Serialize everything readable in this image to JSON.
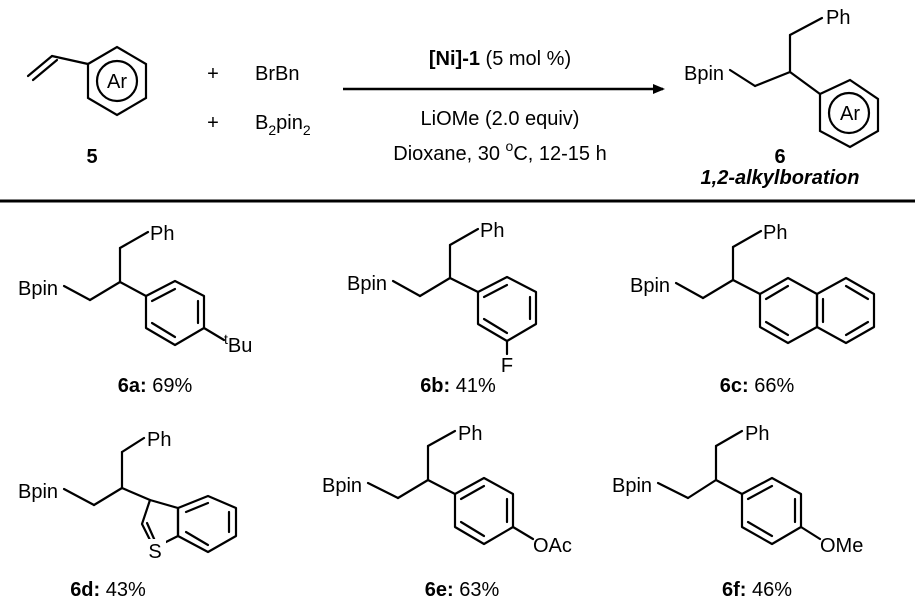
{
  "reaction": {
    "reactant_number": "5",
    "reactant_ring_label": "Ar",
    "plus": "+",
    "reagent_1": "BrBn",
    "reagent_2_prefix": "B",
    "reagent_2_sub": "2",
    "reagent_2_mid": "pin",
    "reagent_2_sub2": "2",
    "catalyst": "[Ni]-1",
    "catalyst_loading": "(5 mol %)",
    "base": "LiOMe (2.0 equiv)",
    "solvent_prefix": "Dioxane, 30 ",
    "degree_sup": "o",
    "solvent_suffix": "C, 12-15 h",
    "product_number": "6",
    "product_ring_label": "Ar",
    "product_type": "1,2-alkylboration"
  },
  "labels": {
    "bpin": "Bpin",
    "ph": "Ph",
    "tbu_sup": "t",
    "tbu": "Bu",
    "f": "F",
    "s": "S",
    "oac": "OAc",
    "ome": "OMe"
  },
  "products": [
    {
      "id": "6a",
      "yield": "69%"
    },
    {
      "id": "6b",
      "yield": "41%"
    },
    {
      "id": "6c",
      "yield": "66%"
    },
    {
      "id": "6d",
      "yield": "43%"
    },
    {
      "id": "6e",
      "yield": "63%"
    },
    {
      "id": "6f",
      "yield": "46%"
    }
  ]
}
